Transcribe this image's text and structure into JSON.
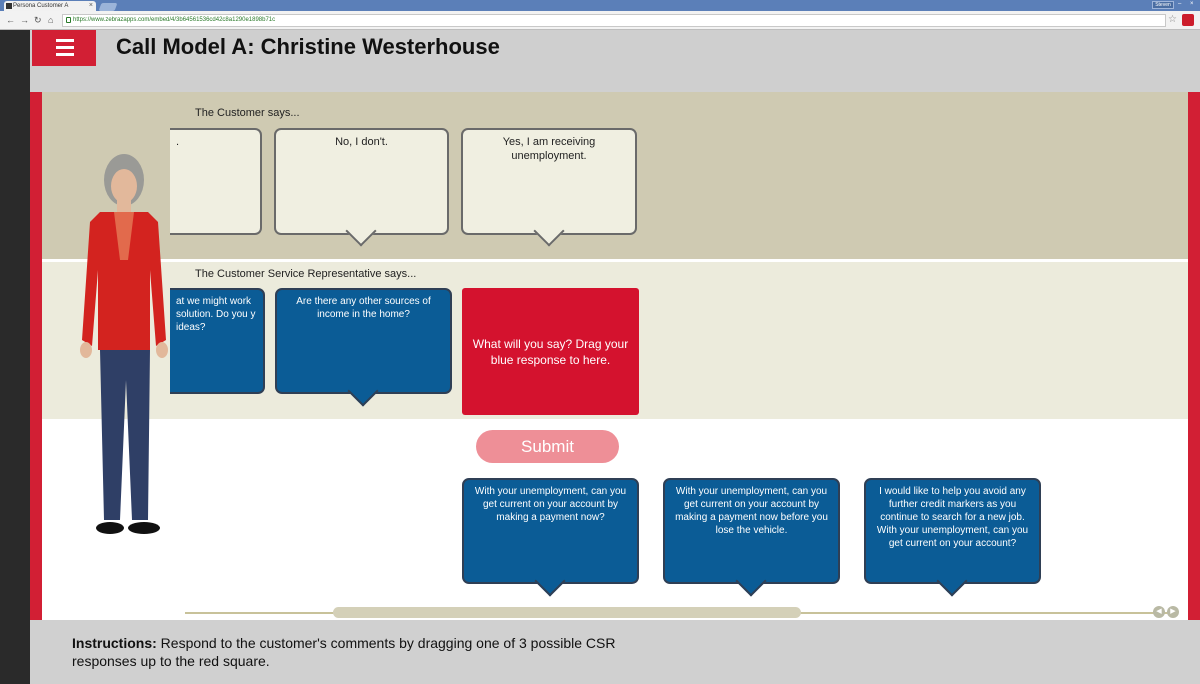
{
  "browser": {
    "tab_title": "Persona Customer A",
    "url": "https://www.zebrazapps.com/embed/4/3b64561536cd42c8a1290e1898b71c",
    "profile": "Steven"
  },
  "app": {
    "title": "Call Model A:  Christine Westerhouse",
    "colors": {
      "accent": "#d21f34",
      "csr_blue": "#0b5c96",
      "customer_band": "#cfcab2",
      "csr_band": "#ecebdc"
    }
  },
  "customer_band": {
    "label": "The Customer says...",
    "bubbles": [
      {
        "text": "."
      },
      {
        "text": "No,  I don't."
      },
      {
        "text": "Yes, I am receiving unemployment."
      }
    ]
  },
  "csr_band": {
    "label": "The Customer Service Representative says...",
    "bubbles": [
      {
        "text": "at we might work solution. Do you y ideas?"
      },
      {
        "text": "Are there any other sources of income in the home?"
      }
    ],
    "drop_zone": "What will you say?  Drag your blue response to here."
  },
  "submit_label": "Submit",
  "responses": [
    {
      "text": "With your unemployment, can you get current on your account by making a payment now?"
    },
    {
      "text": "With your unemployment, can you get current on your account by making a payment now before you lose the vehicle."
    },
    {
      "text": "I would like to help you avoid any further credit markers as you continue to search for a new job. With your unemployment, can you get current on your account?"
    }
  ],
  "instructions": {
    "label": "Instructions:",
    "text": " Respond to the customer's comments by dragging one of 3 possible CSR responses up to the red square."
  }
}
